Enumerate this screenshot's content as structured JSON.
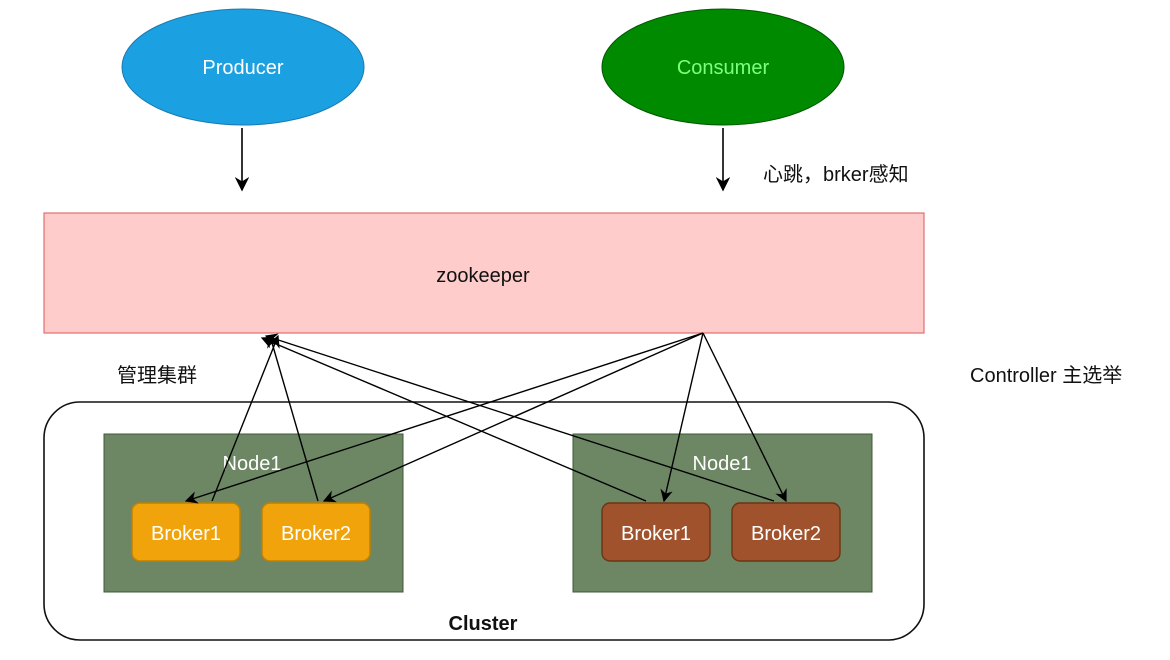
{
  "producer": {
    "label": "Producer",
    "fill": "#1ba1e2",
    "text_color": "#ffffff"
  },
  "consumer": {
    "label": "Consumer",
    "fill": "#008a00",
    "text_color": "#7fff7f"
  },
  "heartbeat_label": "心跳，brker感知",
  "zookeeper": {
    "label": "zookeeper",
    "fill": "#ffcccc",
    "stroke": "#e07070"
  },
  "manage_label": "管理集群",
  "controller_label": "Controller 主选举",
  "cluster": {
    "label": "Cluster"
  },
  "nodes": [
    {
      "label": "Node1",
      "fill": "#6d8764",
      "brokers": [
        {
          "label": "Broker1",
          "fill": "#f0a30a",
          "stroke": "#c08000"
        },
        {
          "label": "Broker2",
          "fill": "#f0a30a",
          "stroke": "#c08000"
        }
      ]
    },
    {
      "label": "Node1",
      "fill": "#6d8764",
      "brokers": [
        {
          "label": "Broker1",
          "fill": "#a0522d",
          "stroke": "#6d3414"
        },
        {
          "label": "Broker2",
          "fill": "#a0522d",
          "stroke": "#6d3414"
        }
      ]
    }
  ]
}
